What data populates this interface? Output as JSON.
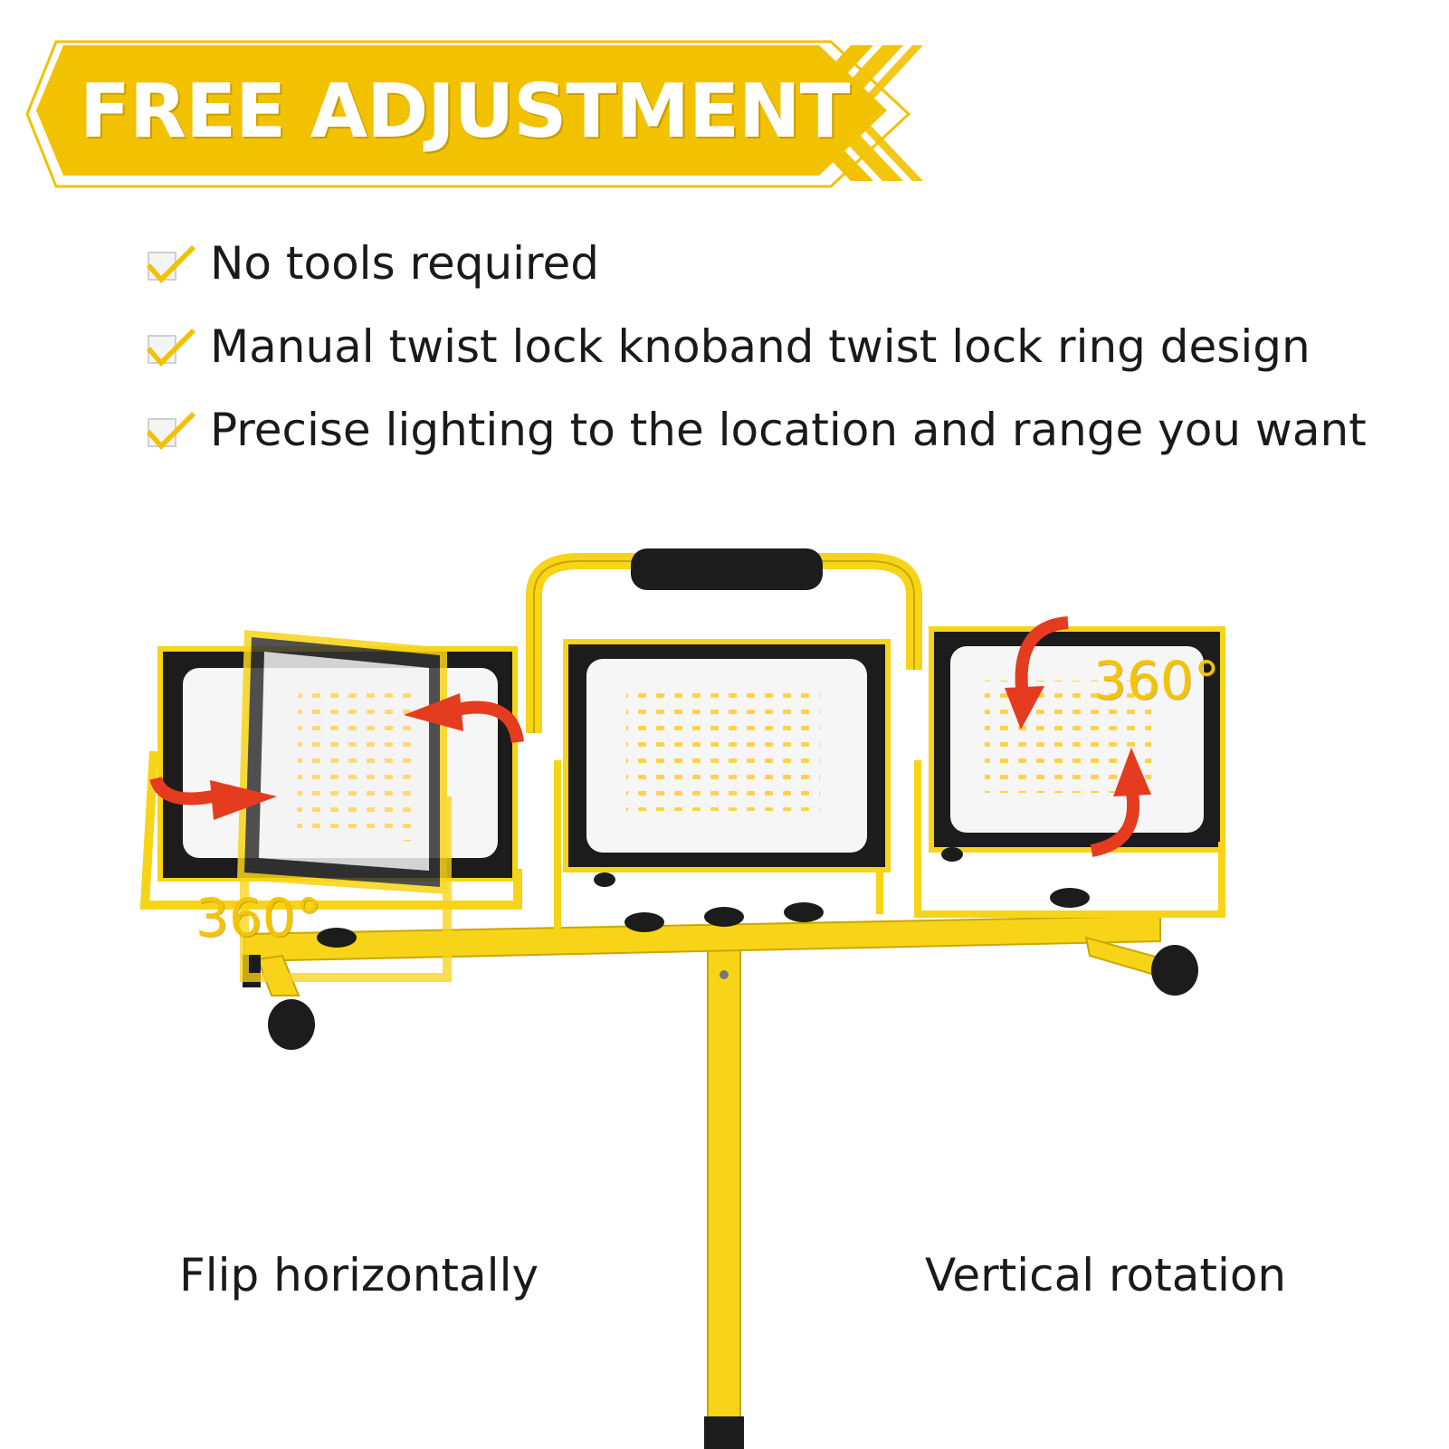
{
  "banner": {
    "title": "FREE ADJUSTMENT"
  },
  "features": [
    {
      "icon": "check-icon",
      "text": "No tools required"
    },
    {
      "icon": "check-icon",
      "text": "Manual twist lock knoband twist lock ring design"
    },
    {
      "icon": "check-icon",
      "text": "Precise lighting to the location and range you want"
    }
  ],
  "product": {
    "left_rotation_label": "360°",
    "right_rotation_label": "360°",
    "left_caption": "Flip horizontally",
    "right_caption": "Vertical rotation"
  },
  "colors": {
    "accent_yellow": "#f2c200",
    "frame_yellow": "#f7d417",
    "panel_black": "#1c1c1c",
    "arrow_red": "#e53b1f",
    "text_dark": "#1a1a1a"
  }
}
